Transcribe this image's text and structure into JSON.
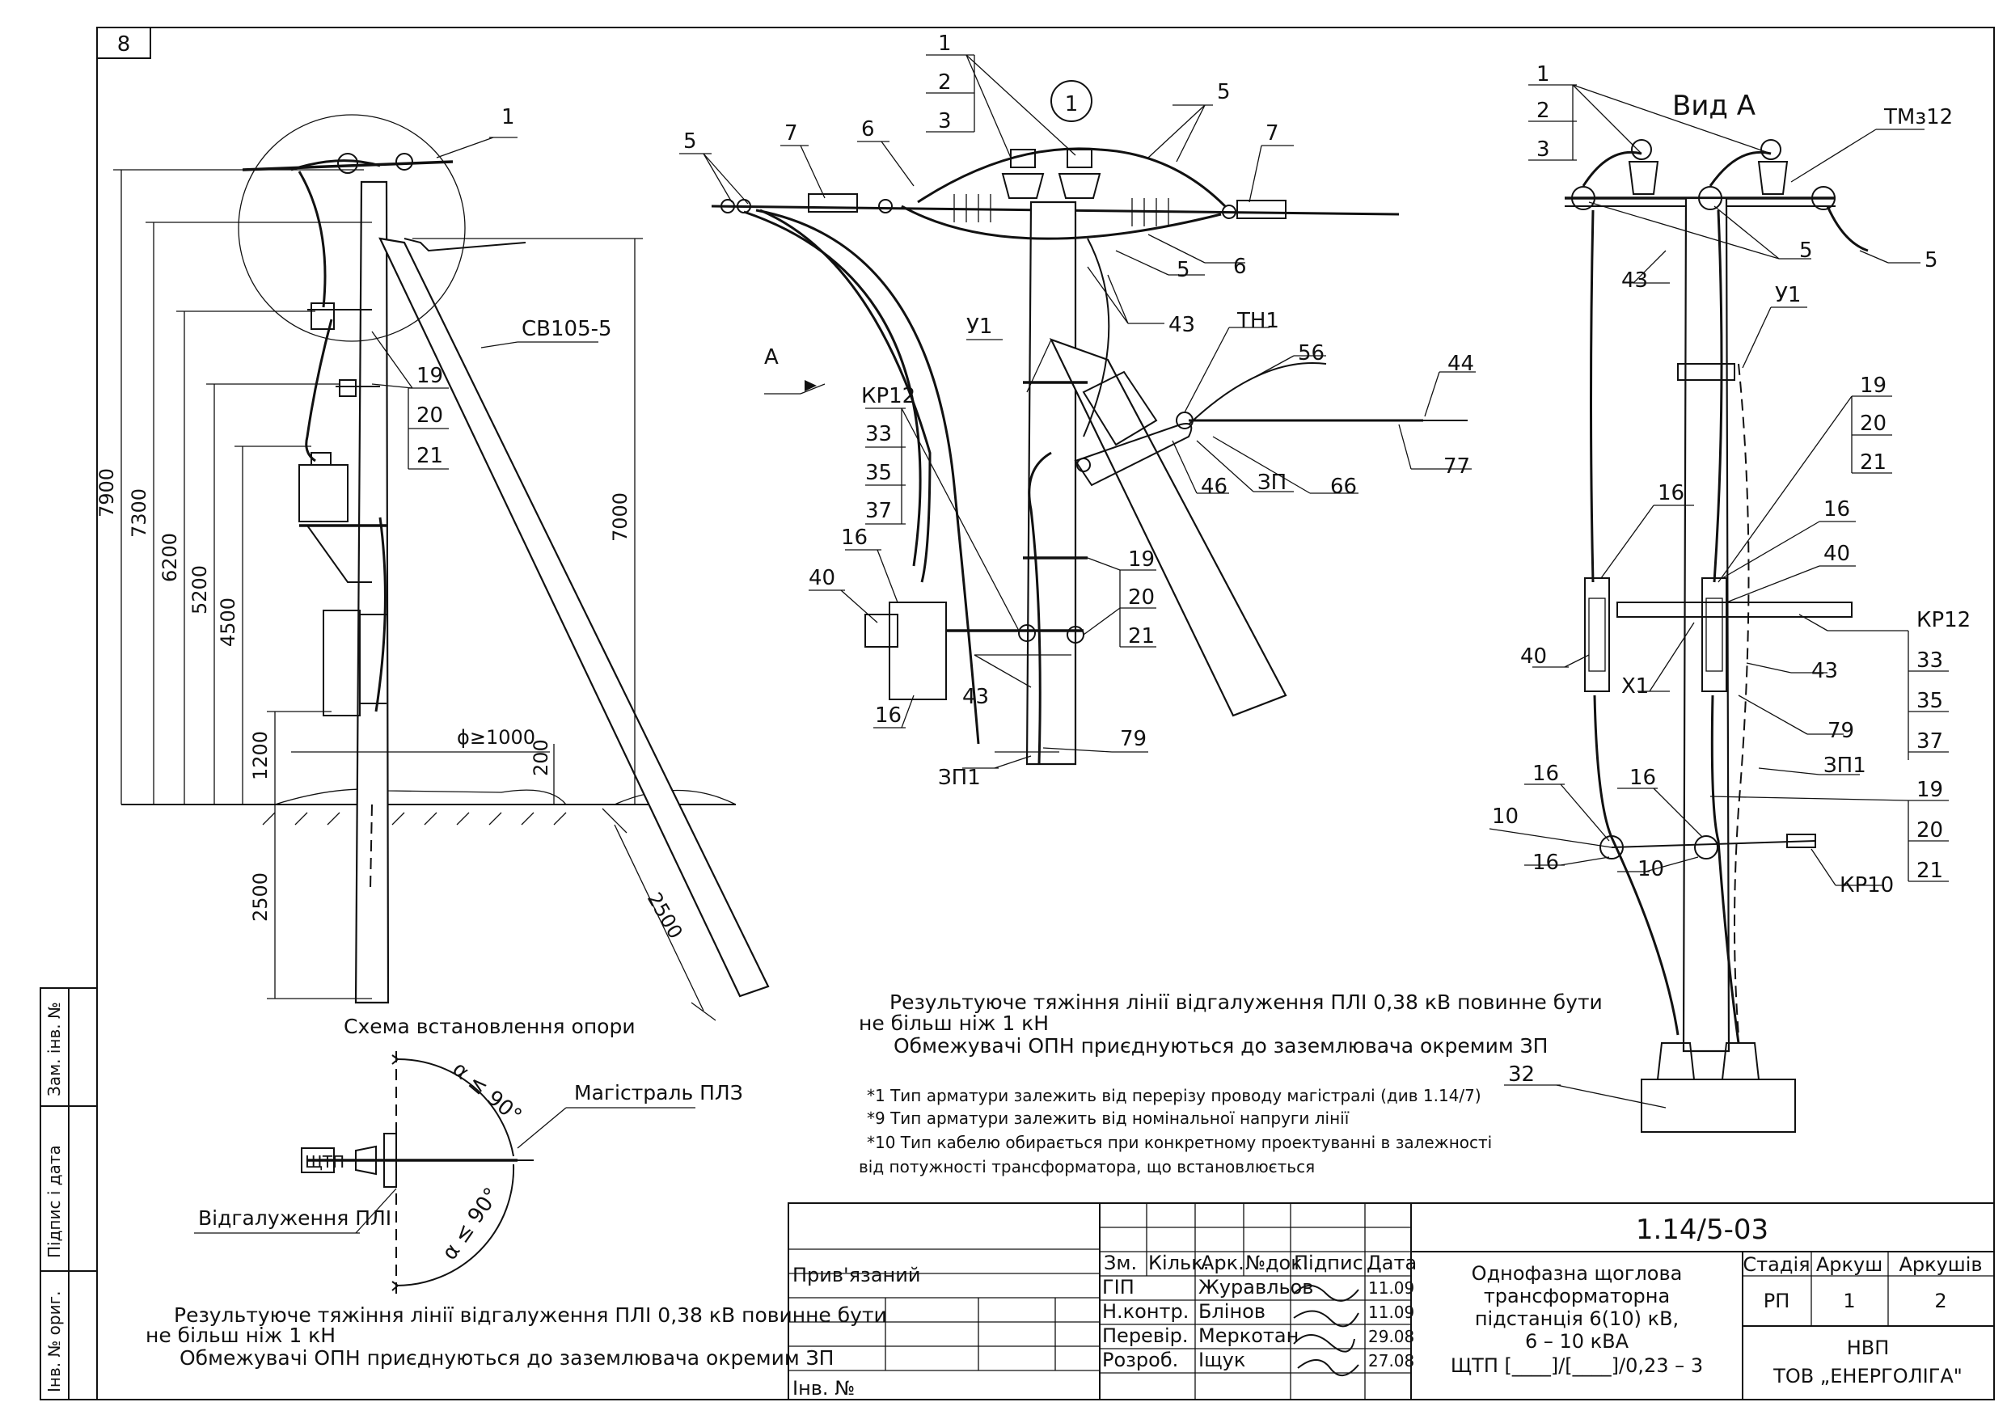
{
  "sheet_number": "8",
  "view_a": {
    "title": "Вид А",
    "left_callouts": [
      "1",
      "2",
      "3"
    ],
    "labels": {
      "tm": "ТМз12",
      "c5a": "5",
      "c5b": "5",
      "c43a": "43",
      "u1": "У1",
      "c19": "19",
      "c20": "20",
      "c21": "21",
      "c16a": "16",
      "c16b": "16",
      "c40a": "40",
      "c40b": "40",
      "x1": "Х1",
      "kr12": "КР12",
      "c33": "33",
      "c35": "35",
      "c37": "37",
      "c43b": "43",
      "c79": "79",
      "zp1": "ЗП1",
      "c16c": "16",
      "c16d": "16",
      "c16e": "16",
      "c10a": "10",
      "c10b": "10",
      "c19b": "19",
      "c20b": "20",
      "c21b": "21",
      "kr10": "КР10",
      "c32": "32"
    }
  },
  "detail1": {
    "circle_label": "1",
    "callouts": [
      "1",
      "2",
      "3"
    ],
    "labels": {
      "c5a": "5",
      "c7a": "7",
      "c6a": "6",
      "c5b": "5",
      "c7b": "7",
      "c5c": "5",
      "c6b": "6",
      "c43": "43",
      "tn1": "ТН1",
      "c56": "56",
      "c44": "44",
      "c77": "77",
      "c66": "66",
      "zp": "ЗП",
      "c46": "46",
      "u1": "У1",
      "arrow_a": "А",
      "kr12": "КР12",
      "c33": "33",
      "c35": "35",
      "c37": "37",
      "c16a": "16",
      "c40": "40",
      "c16b": "16",
      "c43b": "43",
      "c19": "19",
      "c20": "20",
      "c21": "21",
      "c79": "79",
      "zp1": "ЗП1"
    }
  },
  "installation": {
    "detail_ref": "1",
    "strut": "СВ105-5",
    "dims": {
      "d7900": "7900",
      "d7300": "7300",
      "d6200": "6200",
      "d5200": "5200",
      "d4500": "4500",
      "d1200": "1200",
      "d2500": "2500",
      "d7000": "7000",
      "d200": "200",
      "dia": "ϕ≥1000",
      "d2500b": "2500"
    },
    "callouts": [
      "19",
      "20",
      "21"
    ],
    "caption": "Схема встановлення опори"
  },
  "scheme": {
    "main_line": "Магістраль ПЛЗ",
    "branch": "Відгалуження ПЛІ",
    "device": "ЩТП",
    "angle_top": "α ≤ 90°",
    "angle_bottom": "α ≤ 90°"
  },
  "notes_center": [
    "Результуюче тяжіння лінії відгалуження ПЛІ 0,38 кВ повинне бути",
    "не більш ніж 1 кН",
    "Обмежувачі ОПН приєднуються до заземлювача окремим ЗП"
  ],
  "footnotes": [
    "*1 Тип арматури залежить від перерізу проводу магістралі (див 1.14/7)",
    "*9 Тип арматури залежить від номінальної напруги лінії",
    "*10  Тип кабелю обирається при конкретному проектуванні в залежності",
    "від потужності трансформатора, що встановлюється"
  ],
  "notes_left": [
    "Результуюче тяжіння лінії відгалуження ПЛІ 0,38 кВ повинне бути",
    "не більш ніж 1 кН",
    "Обмежувачі ОПН приєднуються до заземлювача окремим ЗП"
  ],
  "side_stamp": [
    "Інв. № ориг.",
    "Підпис і дата",
    "Зам. інв. №"
  ],
  "title_block": {
    "code": "1.14/5-03",
    "bound": "Прив'язаний",
    "inv": "Інв. №",
    "headers": [
      "Зм.",
      "Кільк.",
      "Арк.",
      "№док.",
      "Підпис",
      "Дата"
    ],
    "roles": [
      {
        "role": "ГІП",
        "name": "Журавльов",
        "date": "11.09"
      },
      {
        "role": "Н.контр.",
        "name": "Блінов",
        "date": "11.09"
      },
      {
        "role": "Перевір.",
        "name": "Меркотан",
        "date": "29.08"
      },
      {
        "role": "Розроб.",
        "name": "Іщук",
        "date": "27.08"
      }
    ],
    "description": [
      "Однофазна щоглова",
      "трансформаторна",
      "підстанція 6(10) кВ,",
      "6 – 10 кВА",
      "ЩТП [____]/[____]/0,23 – 3"
    ],
    "stage_head": [
      "Стадія",
      "Аркуш",
      "Аркушів"
    ],
    "stage_vals": [
      "РП",
      "1",
      "2"
    ],
    "org": [
      "НВП",
      "ТОВ „ЕНЕРГОЛІГА\""
    ]
  }
}
